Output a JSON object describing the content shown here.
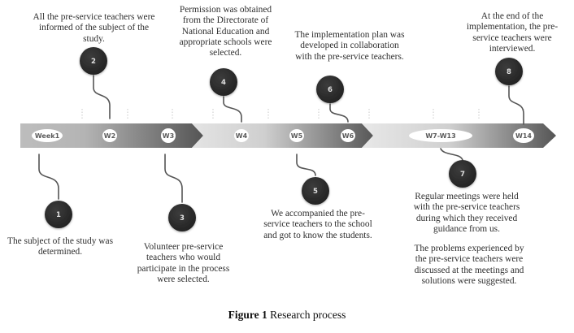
{
  "figure": {
    "caption_label": "Figure 1",
    "caption_text": "Research process"
  },
  "colors": {
    "band_dark": "#5c5c5c",
    "band_light": "#d6d6d6",
    "step_circle": "#2f2f2f",
    "text": "#2e2e2e"
  },
  "timeline": {
    "weeks": [
      "Week1",
      "W2",
      "W3",
      "W4",
      "W5",
      "W6",
      "W7-W13",
      "W14"
    ]
  },
  "steps": [
    {
      "number": "1",
      "week": "Week1",
      "position": "below",
      "text": [
        "The subject of the study was",
        "determined."
      ]
    },
    {
      "number": "2",
      "week": "W2",
      "position": "above",
      "text": [
        "All the pre-service teachers  were",
        "informed of the subject of the",
        "study."
      ]
    },
    {
      "number": "3",
      "week": "W3",
      "position": "below",
      "text": [
        "Volunteer pre-service",
        "teachers who would",
        "participate in the process",
        "were selected."
      ]
    },
    {
      "number": "4",
      "week": "W4",
      "position": "above",
      "text": [
        "Permission was obtained",
        "from the Directorate of",
        "National Education and",
        "appropriate schools were",
        "selected."
      ]
    },
    {
      "number": "5",
      "week": "W5",
      "position": "below",
      "text": [
        "We accompanied the pre-",
        "service teachers to the school",
        "and got to know the students."
      ]
    },
    {
      "number": "6",
      "week": "W6",
      "position": "above",
      "text": [
        "The implementation plan was",
        "developed in collaboration",
        "with the pre-service teachers."
      ]
    },
    {
      "number": "7",
      "week": "W7-W13",
      "position": "below",
      "text": [
        "Regular meetings were held",
        "with the pre-service teachers",
        "during which they received",
        "guidance from us."
      ],
      "extra_text": [
        "The problems experienced by",
        "the pre-service teachers were",
        "discussed at the meetings and",
        "solutions were suggested."
      ]
    },
    {
      "number": "8",
      "week": "W14",
      "position": "above",
      "text": [
        "At the end of the",
        "implementation, the pre-",
        "service teachers were",
        "interviewed."
      ]
    }
  ]
}
